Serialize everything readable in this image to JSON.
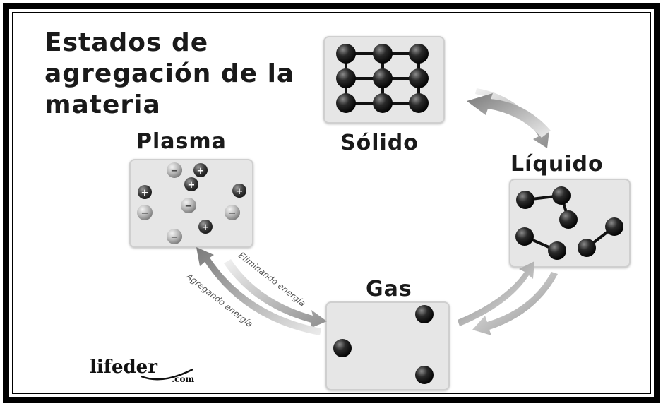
{
  "title": "Estados de agregación de la materia",
  "states": {
    "solid": "Sólido",
    "liquid": "Líquido",
    "gas": "Gas",
    "plasma": "Plasma"
  },
  "arrows": {
    "remove_energy": "Eliminando energía",
    "add_energy": "Agregando energía"
  },
  "plasma_signs": {
    "plus": "+",
    "minus": "−"
  },
  "brand": {
    "name": "lifeder",
    "tld": ".com"
  }
}
